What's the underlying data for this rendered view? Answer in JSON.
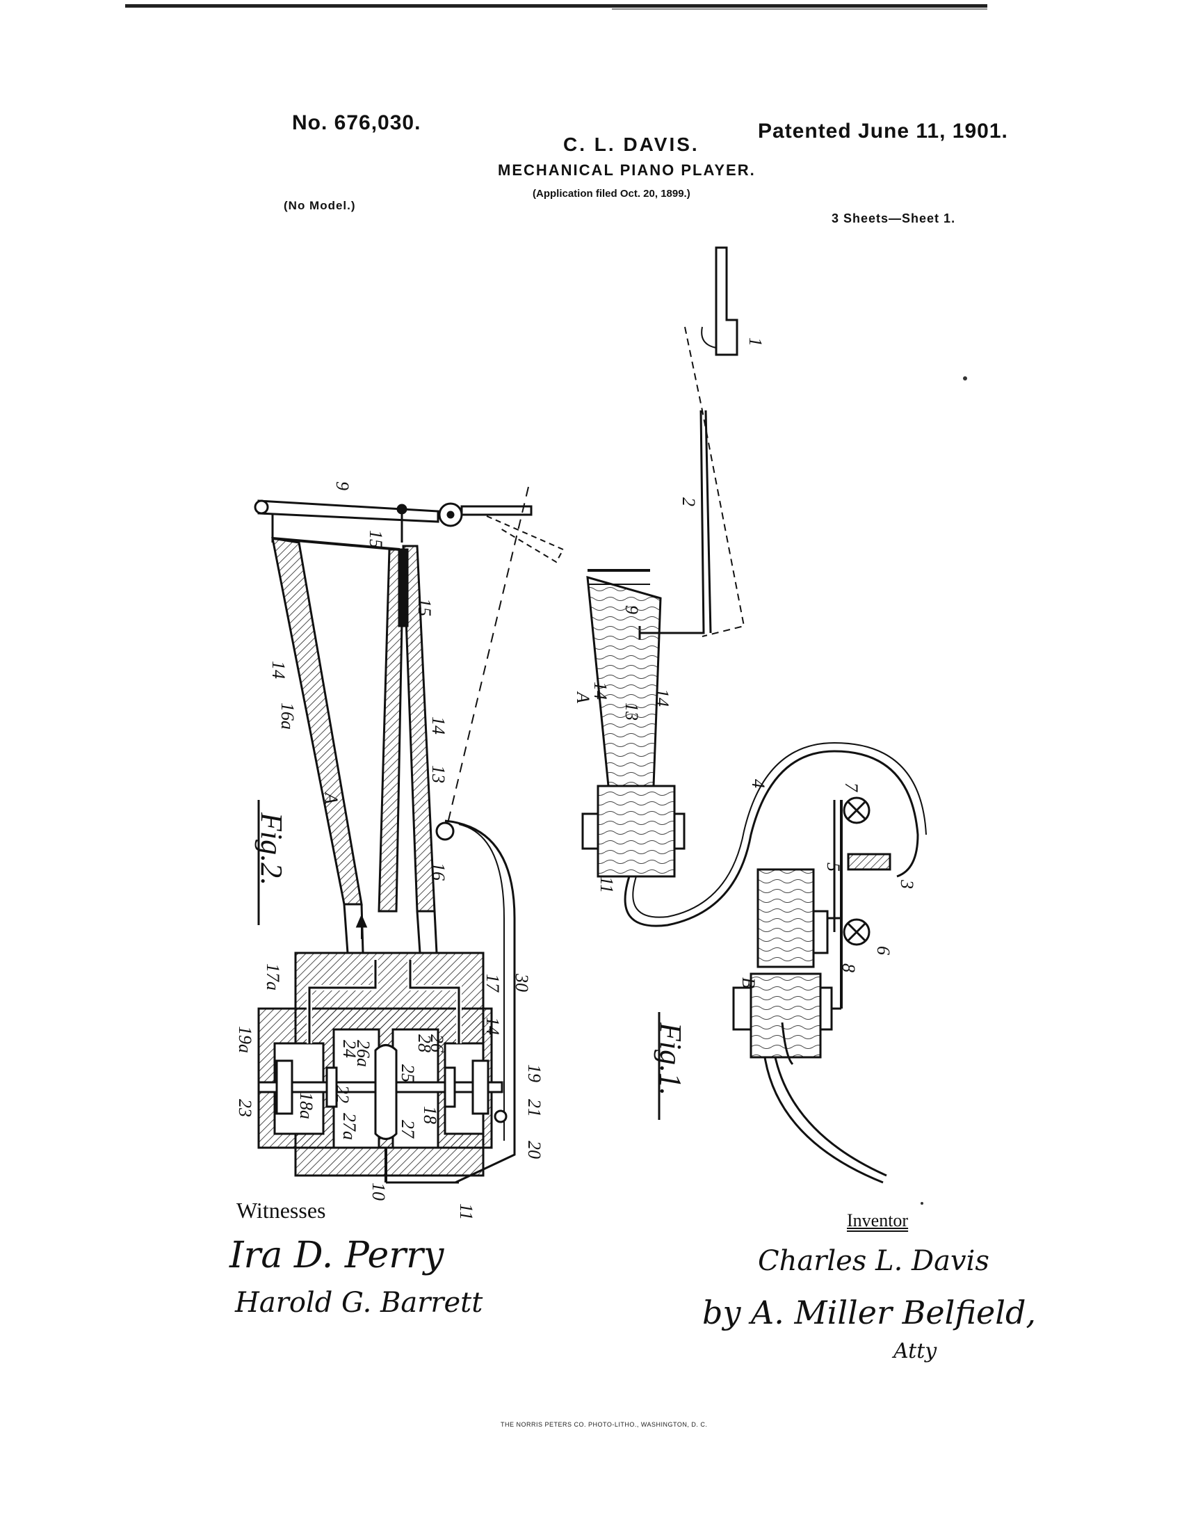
{
  "header": {
    "patent_number": "No. 676,030.",
    "inventor": "C. L. DAVIS.",
    "patent_date": "Patented June 11, 1901.",
    "title": "MECHANICAL PIANO PLAYER.",
    "application": "(Application filed Oct. 20, 1899.)",
    "model": "(No Model.)",
    "sheets": "3 Sheets—Sheet 1."
  },
  "figures": {
    "fig2_label": "Fig.2.",
    "fig1_label": "Fig.1.",
    "fig2_refs": [
      "9",
      "15",
      "15",
      "14",
      "16a",
      "A",
      "14",
      "13",
      "16",
      "17a",
      "17",
      "30",
      "14",
      "19a",
      "23",
      "18a",
      "22",
      "24",
      "26a",
      "28",
      "26",
      "25",
      "27a",
      "27",
      "18",
      "19",
      "21",
      "20",
      "10",
      "11"
    ],
    "fig1_refs": [
      "1",
      "2",
      "9",
      "A",
      "14",
      "13",
      "14",
      "11",
      "4",
      "7",
      "3",
      "5",
      "6",
      "8",
      "B"
    ]
  },
  "signatures": {
    "witnesses_label": "Witnesses",
    "witness_1": "Ira D. Perry",
    "witness_2": "Harold G. Barrett",
    "inventor_label": "Inventor",
    "inventor_sig": "Charles L. Davis",
    "by_line": "by A. Miller Belfield,",
    "atty": "Atty"
  },
  "footer": {
    "printer": "THE NORRIS PETERS CO. PHOTO-LITHO., WASHINGTON, D. C."
  }
}
